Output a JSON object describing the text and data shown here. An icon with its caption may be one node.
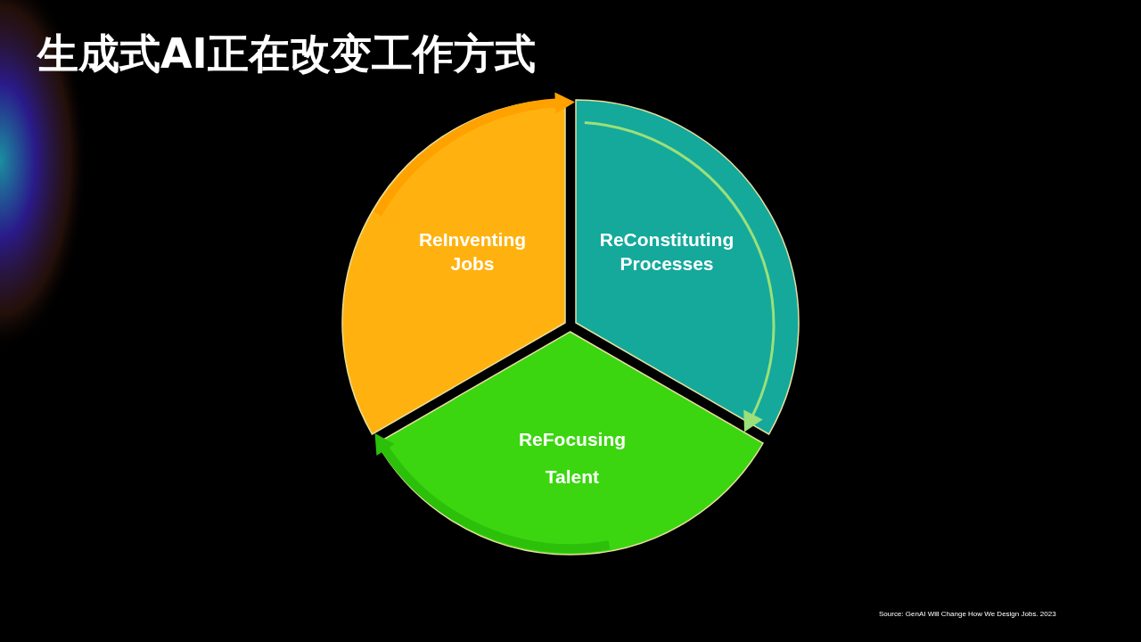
{
  "diagram": {
    "title": "生成式AI正在改变工作方式",
    "nodes": [
      {
        "text": [
          "ReInventing Jobs"
        ]
      },
      {
        "text": [
          "ReConstituting Processes"
        ]
      },
      {
        "text": [
          "ReFocusing Talent"
        ]
      }
    ],
    "edges": [
      {
        "from": 0,
        "to": 1,
        "arrow": "to",
        "color": "#ffa200"
      },
      {
        "from": 1,
        "to": 2,
        "arrow": "to",
        "color": "#9be07a"
      },
      {
        "from": 2,
        "to": 0,
        "arrow": "to",
        "color": "#2cc00a"
      }
    ],
    "labels": [
      "Source: GenAI Will Change How We Design Jobs. 2023"
    ]
  }
}
